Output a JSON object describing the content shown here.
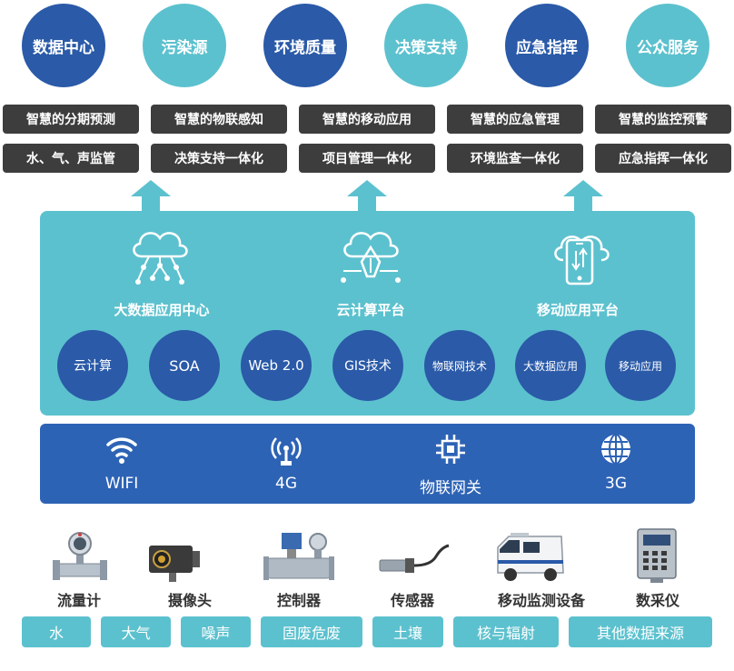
{
  "top_categories": [
    "数据中心",
    "污染源",
    "环境质量",
    "决策支持",
    "应急指挥",
    "公众服务"
  ],
  "capability_row1": [
    "智慧的分期预测",
    "智慧的物联感知",
    "智慧的移动应用",
    "智慧的应急管理",
    "智慧的监控预警"
  ],
  "capability_row2": [
    "水、气、声监管",
    "决策支持一体化",
    "项目管理一体化",
    "环境监查一体化",
    "应急指挥一体化"
  ],
  "platforms": [
    "大数据应用中心",
    "云计算平台",
    "移动应用平台"
  ],
  "technologies": [
    "云计算",
    "SOA",
    "Web 2.0",
    "GIS技术",
    "物联网技术",
    "大数据应用",
    "移动应用"
  ],
  "network": [
    "WIFI",
    "4G",
    "物联网关",
    "3G"
  ],
  "devices": [
    "流量计",
    "摄像头",
    "控制器",
    "传感器",
    "移动监测设备",
    "数采仪"
  ],
  "data_sources": [
    "水",
    "大气",
    "噪声",
    "固废危废",
    "土壤",
    "核与辐射",
    "其他数据来源"
  ],
  "colors": {
    "dark_blue": "#2a5aa8",
    "teal": "#5cc1ce",
    "panel_blue": "#2d63b5",
    "caption_bg": "#3d3d3d"
  }
}
